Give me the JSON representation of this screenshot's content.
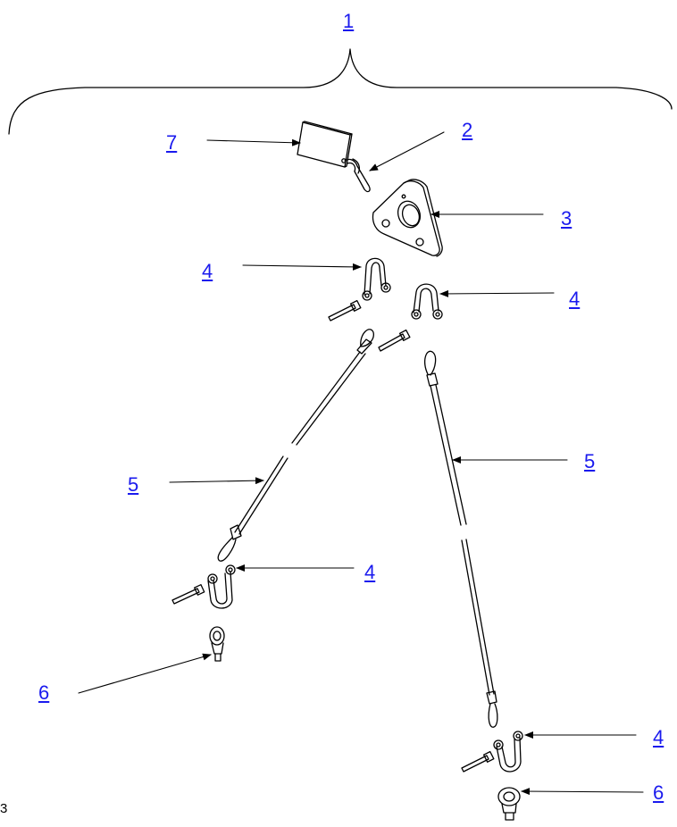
{
  "figure": {
    "fig_number": "3",
    "callouts": {
      "c1": "1",
      "c2": "2",
      "c3": "3",
      "c4a": "4",
      "c4b": "4",
      "c4c": "4",
      "c4d": "4",
      "c5a": "5",
      "c5b": "5",
      "c6a": "6",
      "c6b": "6",
      "c7": "7"
    }
  },
  "colors": {
    "callout_link": "#1a1aee",
    "line_art": "#000000"
  }
}
